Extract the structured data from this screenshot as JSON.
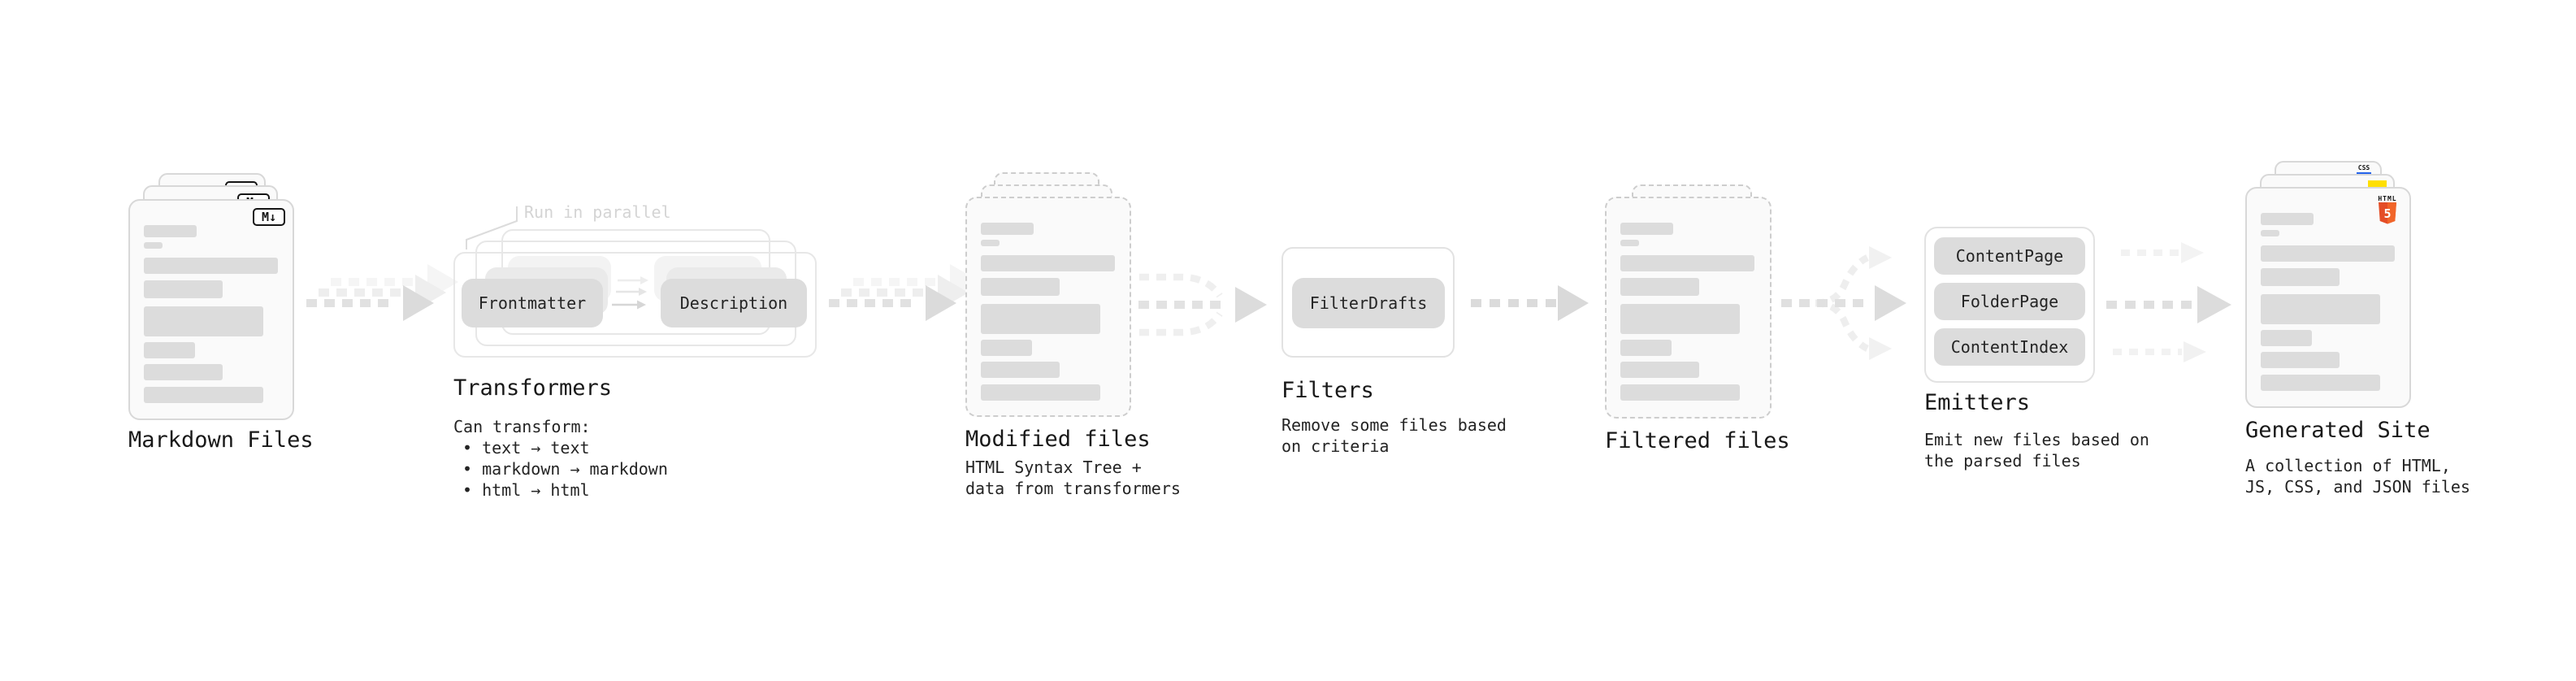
{
  "diagram": {
    "markdown": {
      "title": "Markdown Files",
      "badge": "M↓"
    },
    "flow_note": "Run in parallel",
    "transformers": {
      "title": "Transformers",
      "pill_left": "Frontmatter",
      "pill_right": "Description",
      "desc": [
        "Can transform:",
        "• text → text",
        "• markdown → markdown",
        "• html → html"
      ]
    },
    "modified": {
      "title": "Modified files",
      "desc": [
        "HTML Syntax Tree +",
        "data from transformers"
      ]
    },
    "filters": {
      "title": "Filters",
      "pill": "FilterDrafts",
      "desc": [
        "Remove some files based",
        "on criteria"
      ]
    },
    "filtered": {
      "title": "Filtered files"
    },
    "emitters": {
      "title": "Emitters",
      "pills": [
        "ContentPage",
        "FolderPage",
        "ContentIndex"
      ],
      "desc": [
        "Emit new files based on",
        "the parsed files"
      ]
    },
    "generated": {
      "title": "Generated Site",
      "desc": [
        "A collection of HTML,",
        "JS, CSS, and JSON files"
      ],
      "badge_html_word": "HTML",
      "badge_html_number": "5",
      "badge_css": "CSS"
    },
    "colors": {
      "html5_orange": "#e44d26",
      "html5_orange_light": "#f16529",
      "js_yellow": "#ffdf00",
      "css_blue": "#2563eb",
      "bar_gray": "#dcdcdc"
    }
  }
}
